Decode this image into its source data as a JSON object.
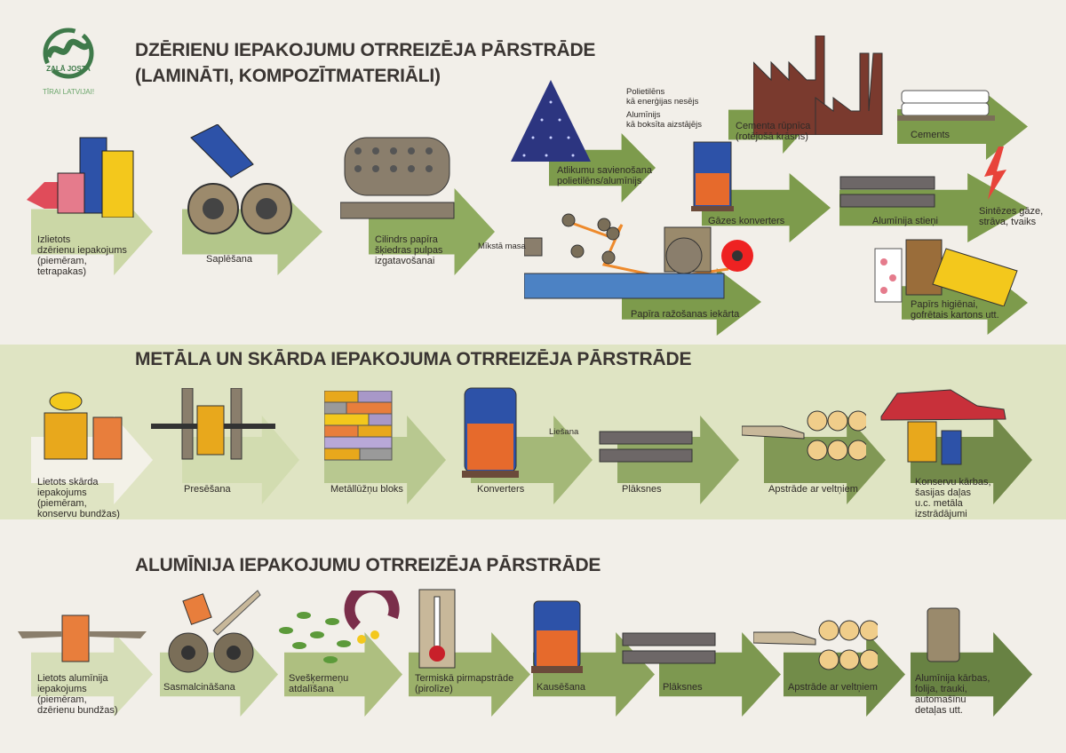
{
  "logo": {
    "name": "ZAĻĀ JOSTA",
    "slogan": "TĪRAI LATVIJAI!"
  },
  "section1": {
    "title_line1": "DZĒRIENU IEPAKOJUMU OTRREIZĒJA PĀRSTRĀDE",
    "title_line2": "(LAMINĀTI, KOMPOZĪTMATERIĀLI)",
    "steps": [
      {
        "label": "Izlietots\ndzērienu iepakojums\n(piemēram,\ntetrapakas)",
        "icon": "beverage-cartons-icon"
      },
      {
        "label": "Saplēšana",
        "icon": "shredder-gears-icon"
      },
      {
        "label": "Cilindrs papīra\nšķiedras pulpas\nizgatavošanai",
        "icon": "pulp-cylinder-icon"
      },
      {
        "label": "Atlikumu savienošana\npolietilēns/alumīnijs",
        "icon": "residue-pile-icon"
      },
      {
        "label": "Gāzes konverters",
        "icon": "gas-converter-icon"
      },
      {
        "label": "Cementa rūpnīca\n(rotējošā krāsns)",
        "icon": "factory-icon"
      },
      {
        "label": "Cements",
        "icon": "cement-bags-icon"
      },
      {
        "label": "Alumīnija stieņi",
        "icon": "aluminium-bars-icon"
      },
      {
        "label": "Sintēzes gāze,\nstrāva, tvaiks",
        "icon": "lightning-icon"
      },
      {
        "label": "Papīra ražošanas iekārta",
        "icon": "paper-machine-icon"
      },
      {
        "label": "Papīrs higiēnai,\ngofrētais kartons utt.",
        "icon": "paper-products-icon"
      }
    ],
    "notes": [
      "Polietilēns\nkā enerģijas nesējs",
      "Alumīnijs\nkā boksīta aizstājējs"
    ],
    "soft_mass": "Mīkstā masa"
  },
  "section2": {
    "title": "METĀLA UN  SKĀRDA IEPAKOJUMA OTRREIZĒJA PĀRSTRĀDE",
    "steps": [
      {
        "label": "Lietots skārda\niepakojums\n(piemēram,\nkonservu bundžas)"
      },
      {
        "label": "Presēšana"
      },
      {
        "label": "Metāllūžņu bloks"
      },
      {
        "label": "Konverters"
      },
      {
        "label": "Plāksnes"
      },
      {
        "label": "Apstrāde ar veltņiem"
      },
      {
        "label": "Konservu kārbas,\nšasijas daļas\nu.c. metāla\nizstrādājumi"
      }
    ],
    "casting": "Liešana"
  },
  "section3": {
    "title": "ALUMĪNIJA IEPAKOJUMU OTRREIZĒJA PĀRSTRĀDE",
    "steps": [
      {
        "label": "Lietots alumīnija\niepakojums\n(piemēram,\ndzērienu bundžas)"
      },
      {
        "label": "Sasmalcināšana"
      },
      {
        "label": "Svešķermeņu\natdalīšana"
      },
      {
        "label": "Termiskā pirmapstrāde\n(pirolīze)"
      },
      {
        "label": "Kausēšana"
      },
      {
        "label": "Plāksnes"
      },
      {
        "label": "Apstrāde ar veltņiem"
      },
      {
        "label": "Alumīnija kārbas,\nfolija, trauki,\nautomašīnu\ndetaļas utt."
      }
    ]
  },
  "colors": {
    "green": "#7d9b4c",
    "light_green_band": "#dfe4c3",
    "text": "#3a3532",
    "logo_green": "#3f7a4a"
  }
}
